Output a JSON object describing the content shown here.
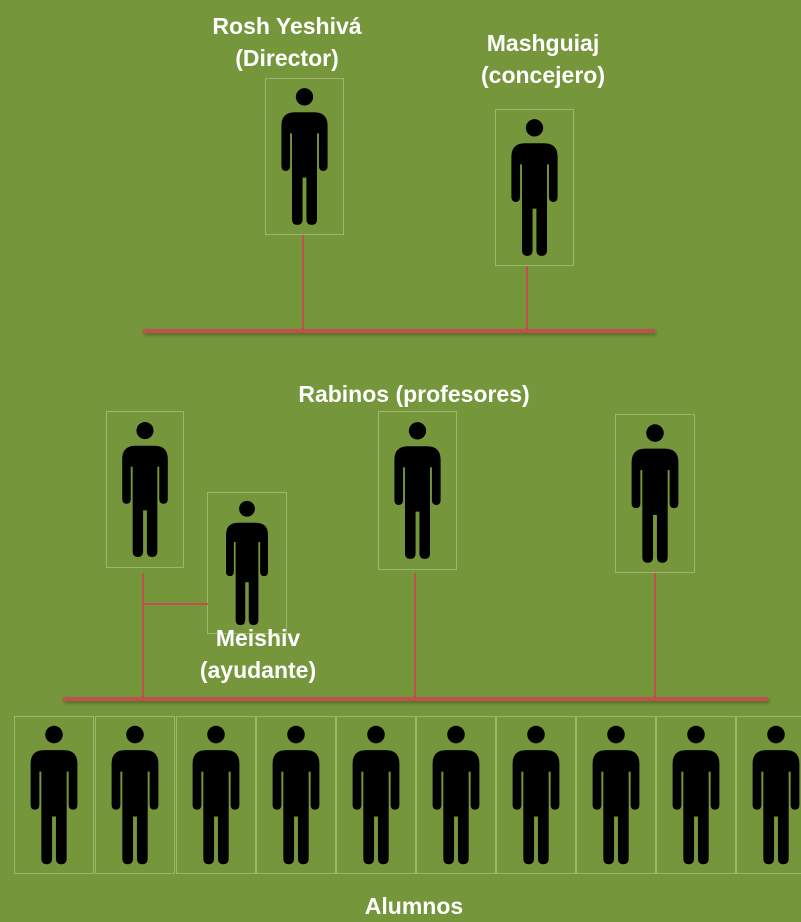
{
  "labels": {
    "director_line1": "Rosh Yeshivá",
    "director_line2": "(Director)",
    "mashguiaj_line1": "Mashguiaj",
    "mashguiaj_line2": "(concejero)",
    "rabinos": "Rabinos (profesores)",
    "meishiv_line1": "Meishiv",
    "meishiv_line2": "(ayudante)",
    "alumnos": "Alumnos"
  },
  "colors": {
    "background": "#76963b",
    "connector": "#c0504d",
    "figure": "#000000",
    "text": "#ffffff"
  },
  "icons": {
    "person": "person-icon"
  }
}
